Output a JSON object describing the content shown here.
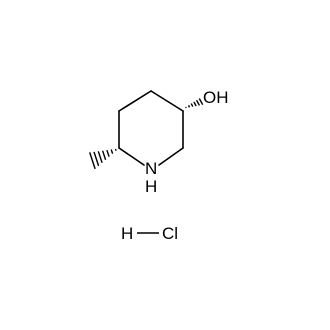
{
  "molecule": {
    "atoms": {
      "hydroxyl": "OH",
      "amine": "N",
      "amine_hydrogen": "H"
    },
    "salt": {
      "hydrogen": "H",
      "chlorine": "Cl"
    }
  },
  "colors": {
    "bond": "#000000",
    "text": "#000000",
    "background": "#ffffff"
  }
}
